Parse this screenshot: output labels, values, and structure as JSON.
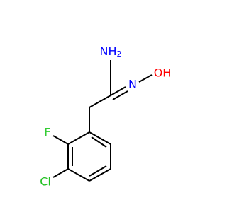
{
  "atoms": {
    "amine": {
      "text": "NH2",
      "base": "NH",
      "subscript": "2",
      "color": "#0000ff"
    },
    "imine_n": {
      "text": "N",
      "color": "#0000ff"
    },
    "hydroxyl": {
      "text": "OH",
      "color": "#ff0000"
    },
    "fluorine": {
      "text": "F",
      "color": "#33cc33"
    },
    "chlorine": {
      "text": "Cl",
      "color": "#1fc01f"
    }
  },
  "colors": {
    "bond": "#000000",
    "background": "#ffffff"
  }
}
